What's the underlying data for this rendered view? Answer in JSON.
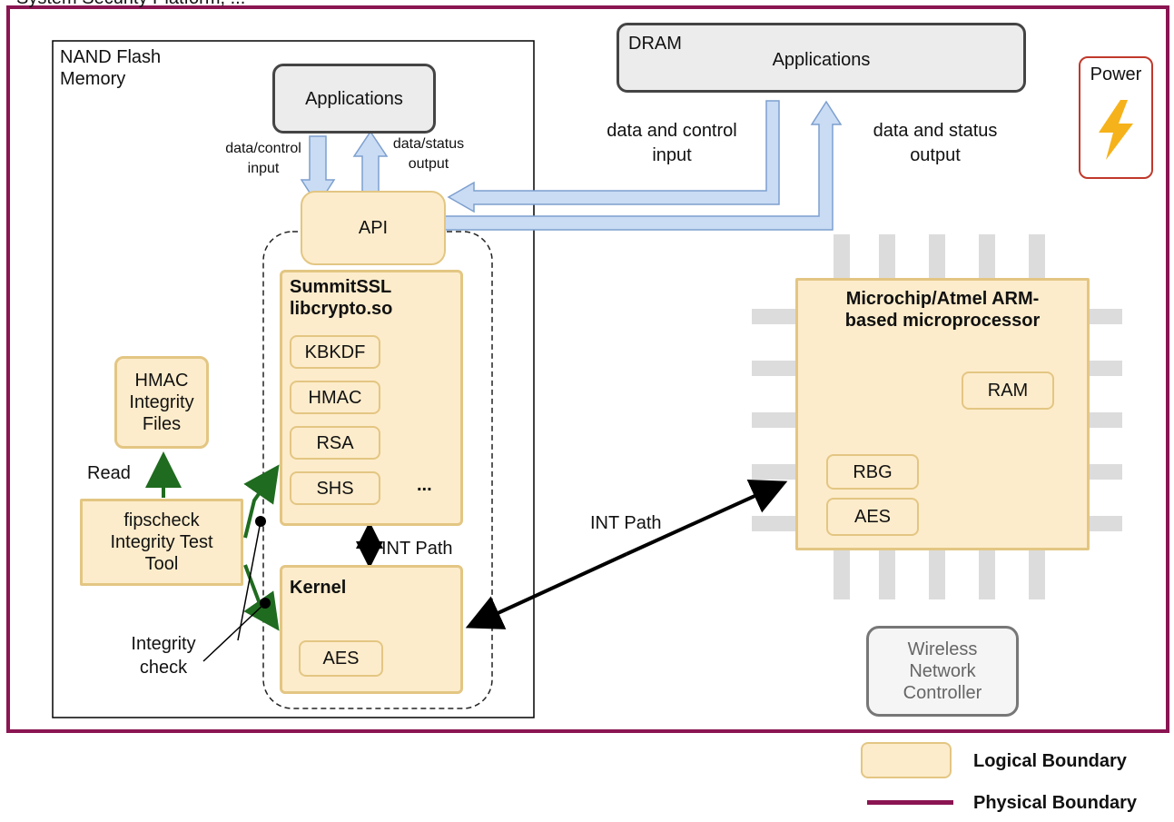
{
  "header": {
    "cutoff_text": "System Security Platform, ..."
  },
  "nand": {
    "label_line1": "NAND Flash",
    "label_line2": "Memory"
  },
  "applications_left": "Applications",
  "data_control_left": {
    "line1": "data/control",
    "line2": "input"
  },
  "data_status_left": {
    "line1": "data/status",
    "line2": "output"
  },
  "api": "API",
  "summitssl": {
    "title_line1": "SummitSSL",
    "title_line2": "libcrypto.so",
    "items": [
      "KBKDF",
      "HMAC",
      "RSA",
      "SHS"
    ],
    "more": "..."
  },
  "int_path_inner": "INT Path",
  "kernel": {
    "title": "Kernel",
    "aes": "AES"
  },
  "hmac_files": {
    "line1": "HMAC",
    "line2": "Integrity",
    "line3": "Files"
  },
  "read": "Read",
  "fipscheck": {
    "line1": "fipscheck",
    "line2": "Integrity Test",
    "line3": "Tool"
  },
  "integrity_check": {
    "line1": "Integrity",
    "line2": "check"
  },
  "dram": {
    "label": "DRAM",
    "applications": "Applications"
  },
  "data_control_right": {
    "line1": "data and control",
    "line2": "input"
  },
  "data_status_right": {
    "line1": "data and status",
    "line2": "output"
  },
  "power": {
    "label": "Power",
    "icon": "lightning-icon"
  },
  "microchip": {
    "title_line1": "Microchip/Atmel ARM-",
    "title_line2": "based microprocessor",
    "ram": "RAM",
    "rbg": "RBG",
    "aes": "AES"
  },
  "int_path_outer": "INT Path",
  "wireless": {
    "line1": "Wireless",
    "line2": "Network",
    "line3": "Controller"
  },
  "legend": {
    "logical": "Logical Boundary",
    "physical": "Physical Boundary"
  },
  "colors": {
    "physical_boundary": "#8a1552",
    "logical_fill": "#fdeccb",
    "logical_border": "#e3c683",
    "integrity_arrow": "#1f6b1f",
    "io_arrow": "#c9dcf4"
  }
}
